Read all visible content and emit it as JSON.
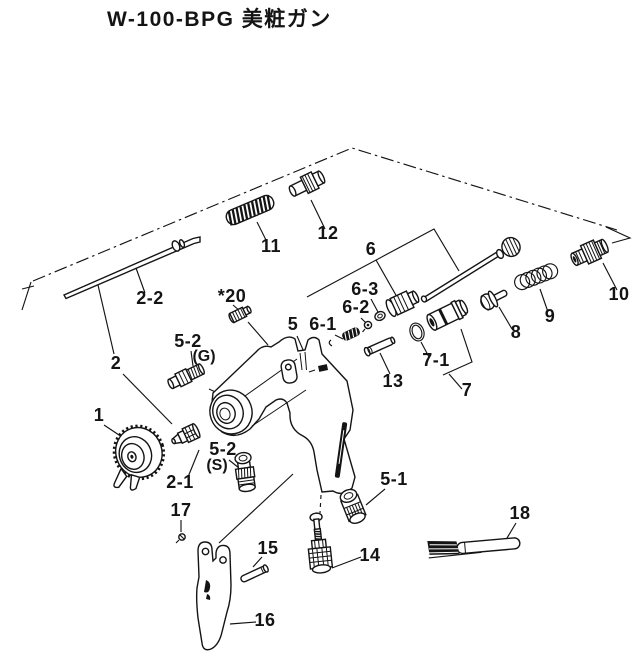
{
  "title": "W-100-BPG  美粧ガン",
  "colors": {
    "ink": "#141414",
    "paper": "#ffffff"
  },
  "callouts": {
    "n1": "1",
    "n2": "2",
    "n2_1": "2-1",
    "n2_2": "2-2",
    "n5": "5",
    "n5_1": "5-1",
    "n5_2g": "5-2",
    "n5_2g_sub": "(G)",
    "n5_2s": "5-2",
    "n5_2s_sub": "(S)",
    "n6": "6",
    "n6_1": "6-1",
    "n6_2": "6-2",
    "n6_3": "6-3",
    "n7": "7",
    "n7_1": "7-1",
    "n8": "8",
    "n9": "9",
    "n10": "10",
    "n11": "11",
    "n12": "12",
    "n13": "13",
    "n14": "14",
    "n15": "15",
    "n16": "16",
    "n17": "17",
    "n18": "18",
    "n20": "*20"
  }
}
